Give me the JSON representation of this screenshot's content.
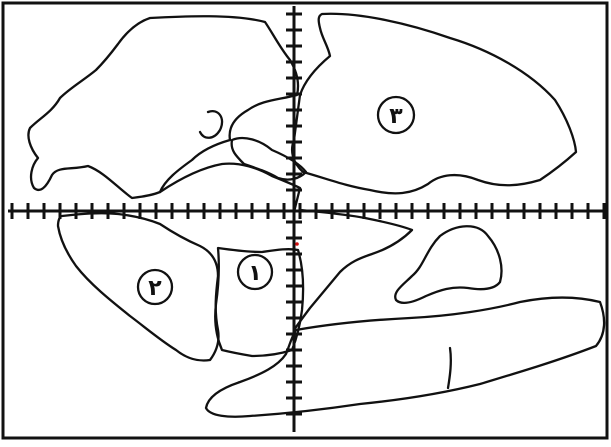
{
  "diagram": {
    "labels": [
      {
        "id": "label-1",
        "text": "١"
      },
      {
        "id": "label-2",
        "text": "٢"
      },
      {
        "id": "label-3",
        "text": "٣"
      }
    ]
  }
}
